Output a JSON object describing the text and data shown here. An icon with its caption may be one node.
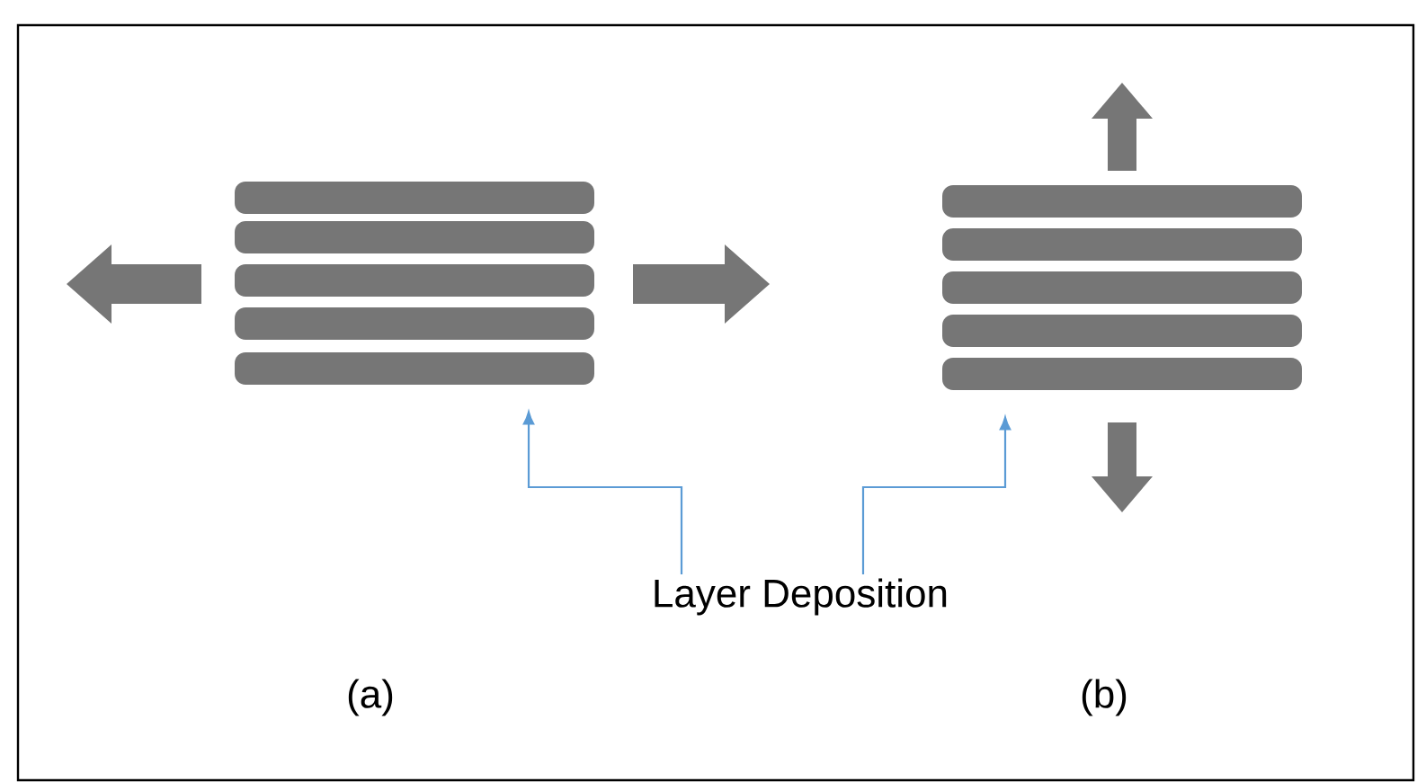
{
  "diagram": {
    "nodes": [
      {
        "text": [
          "Layer Deposition"
        ]
      },
      {
        "text": [],
        "shape": "picture"
      },
      {
        "text": [],
        "shape": "picture"
      }
    ],
    "edges": [
      {
        "from": 0,
        "to": 1,
        "arrow": "to",
        "color": "#5b9bd5"
      },
      {
        "from": 0,
        "to": 2,
        "arrow": "to",
        "color": "#5b9bd5"
      }
    ],
    "labels": [
      "(a)",
      "(b)"
    ]
  }
}
